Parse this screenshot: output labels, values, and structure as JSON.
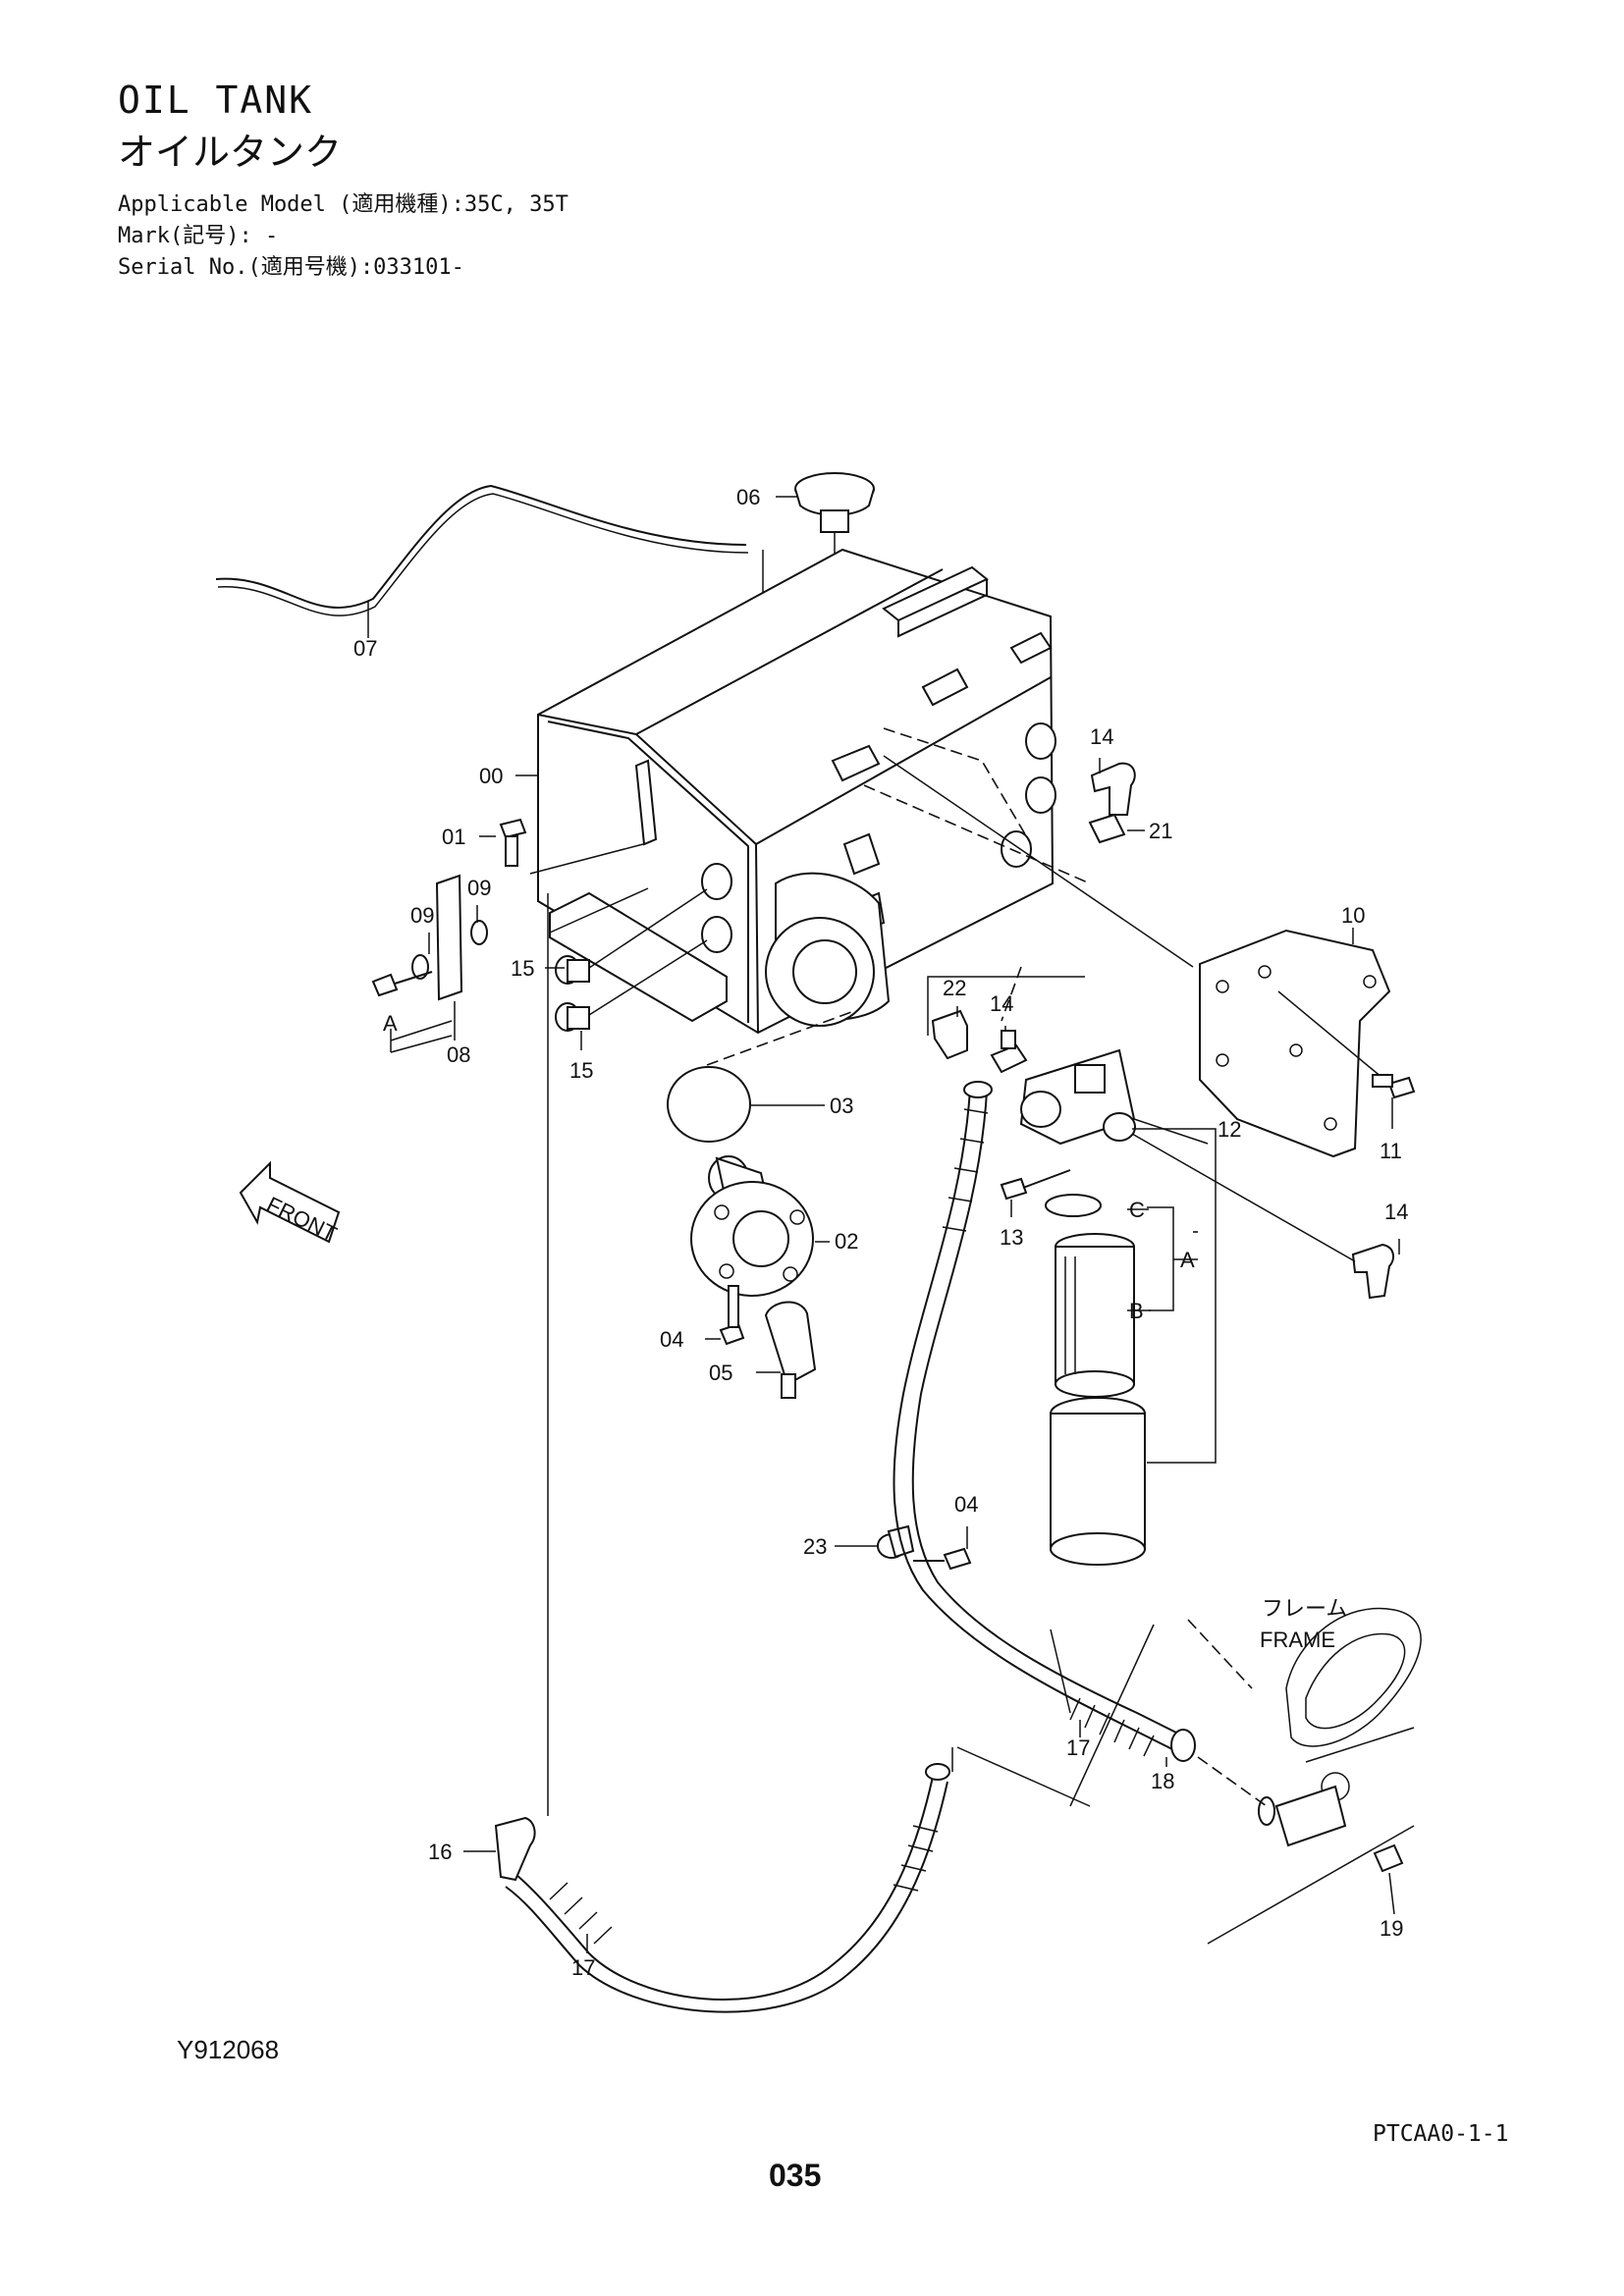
{
  "header": {
    "title_en": "OIL TANK",
    "title_jp": "オイルタンク",
    "applicable_model": "Applicable Model (適用機種):35C, 35T",
    "mark": "Mark(記号): -",
    "serial": "Serial No.(適用号機):033101-"
  },
  "callouts": {
    "c00": "00",
    "c01": "01",
    "c02": "02",
    "c03": "03",
    "c04a": "04",
    "c04b": "04",
    "c05": "05",
    "c06": "06",
    "c07": "07",
    "c08": "08",
    "c09a": "09",
    "c09b": "09",
    "c10": "10",
    "c11": "11",
    "c12": "12",
    "c13": "13",
    "c14a": "14",
    "c14b": "14",
    "c14c": "14",
    "c15a": "15",
    "c15b": "15",
    "c16": "16",
    "c17a": "17",
    "c17b": "17",
    "c18": "18",
    "c19": "19",
    "c21": "21",
    "c22": "22",
    "c23": "23",
    "lA1": "A",
    "lA2": "A",
    "lB": "B",
    "lC": "C"
  },
  "labels": {
    "front": "FRONT",
    "frame_jp": "フレーム",
    "frame_en": "FRAME"
  },
  "footer": {
    "figure_code": "Y912068",
    "page_code": "PTCAA0-1-1",
    "page_number": "035"
  }
}
